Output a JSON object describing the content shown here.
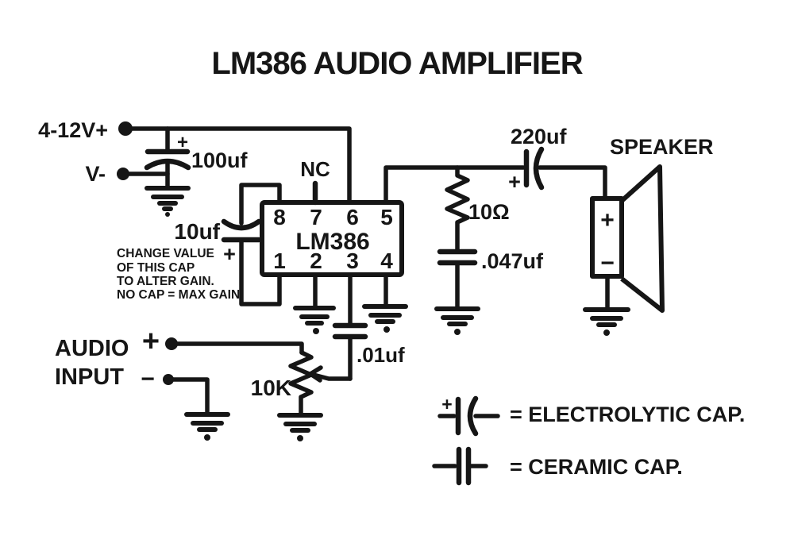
{
  "title": "LM386 AUDIO AMPLIFIER",
  "colors": {
    "ink": "#161616",
    "background": "#ffffff"
  },
  "power": {
    "supply_label": "4-12V+",
    "ground_ref_label": "V-",
    "filter_cap_value": "100uf"
  },
  "ic": {
    "part_number": "LM386",
    "nc_label": "NC",
    "pins_top": [
      "8",
      "7",
      "6",
      "5"
    ],
    "pins_bottom": [
      "1",
      "2",
      "3",
      "4"
    ]
  },
  "gain_cap": {
    "value": "10uf",
    "note_lines": [
      "CHANGE VALUE",
      "OF  THIS CAP",
      "TO ALTER GAIN.",
      "NO CAP = MAX GAIN"
    ]
  },
  "output": {
    "coupling_cap_value": "220uf",
    "snubber_resistor_value": "10Ω",
    "snubber_cap_value": ".047uf",
    "speaker_label": "SPEAKER"
  },
  "input": {
    "label_line1": "AUDIO",
    "label_line2": "INPUT",
    "pot_value": "10K",
    "bypass_cap_value": ".01uf"
  },
  "legend": {
    "electrolytic_label": "= ELECTROLYTIC CAP.",
    "ceramic_label": "= CERAMIC CAP."
  },
  "polarity": {
    "plus": "+",
    "minus": "−"
  }
}
